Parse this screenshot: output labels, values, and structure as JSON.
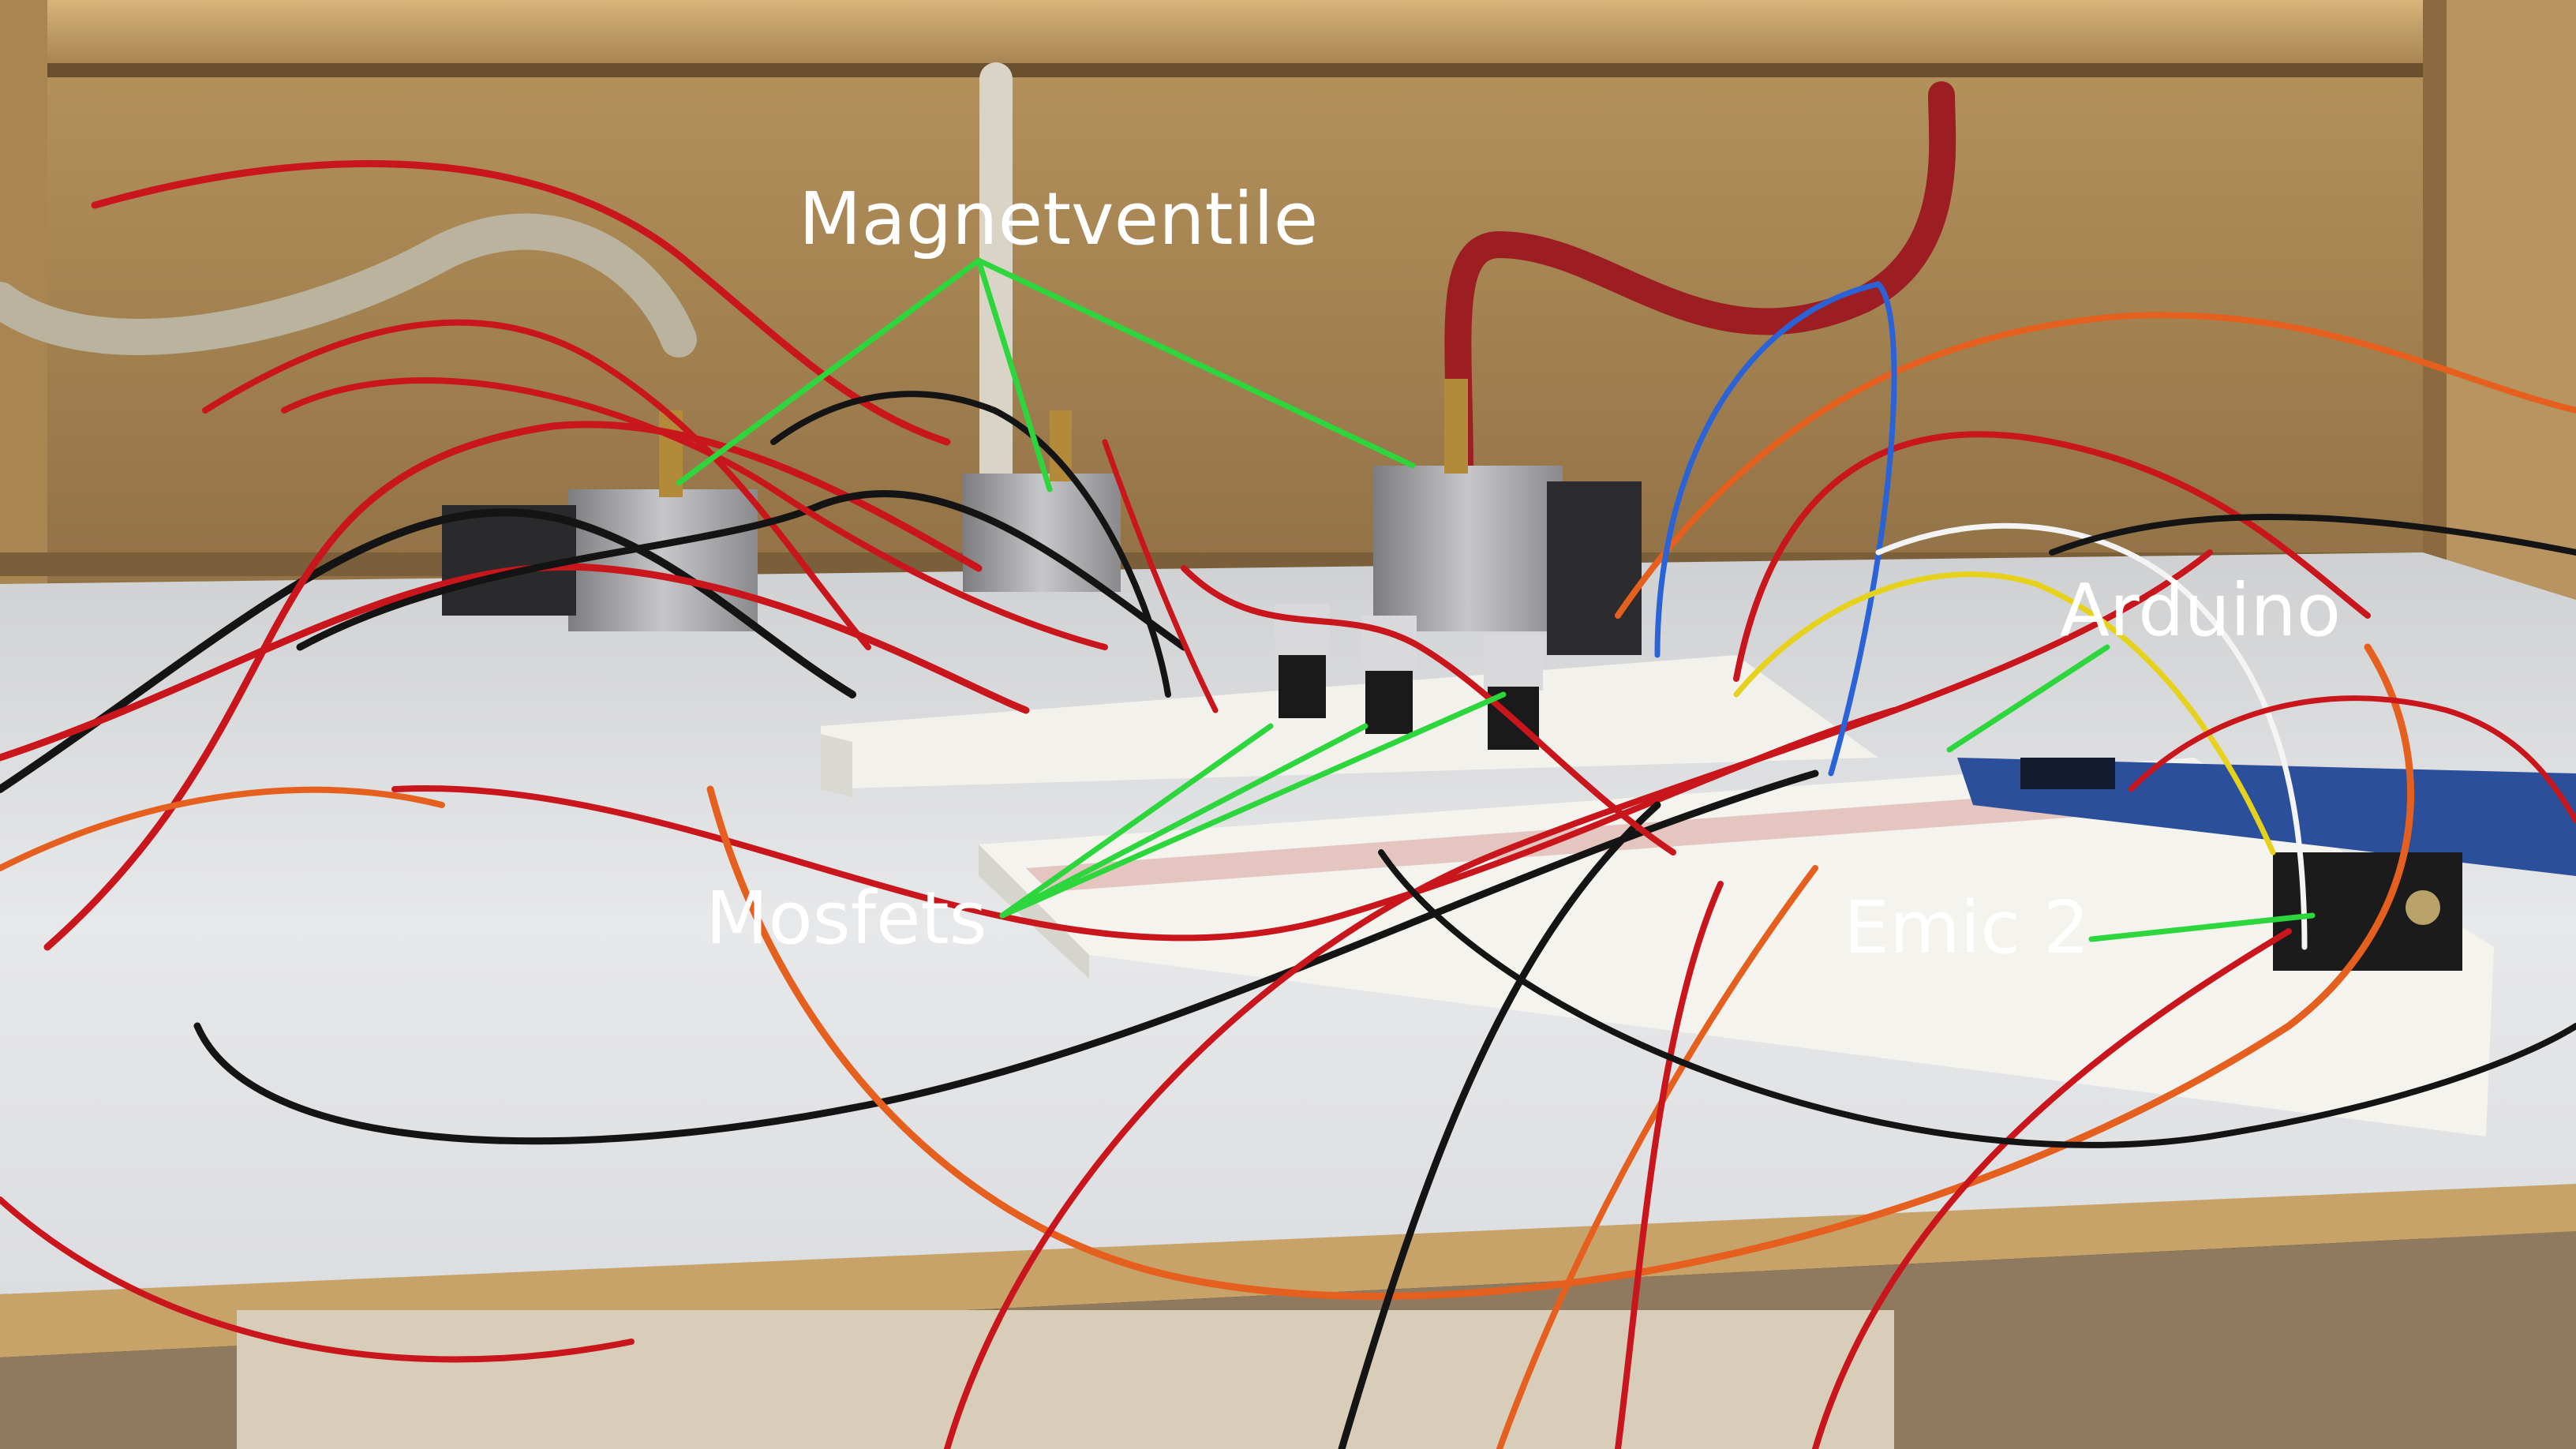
{
  "labels": {
    "magnetventile": "Magnetventile",
    "arduino": "Arduino",
    "mosfets": "Mosfets",
    "emic": "Emic 2"
  },
  "colors": {
    "annotation_line": "#2dd63c",
    "annotation_text": "#ffffff",
    "wire_red": "#c8161c",
    "wire_orange": "#e5601f",
    "wire_black": "#141414",
    "wire_blue": "#2a63d8",
    "wire_yellow": "#e6d21a",
    "wood": "#c9a46a",
    "shelf_white": "#e9e9ea",
    "breadboard": "#f2f1ec"
  }
}
